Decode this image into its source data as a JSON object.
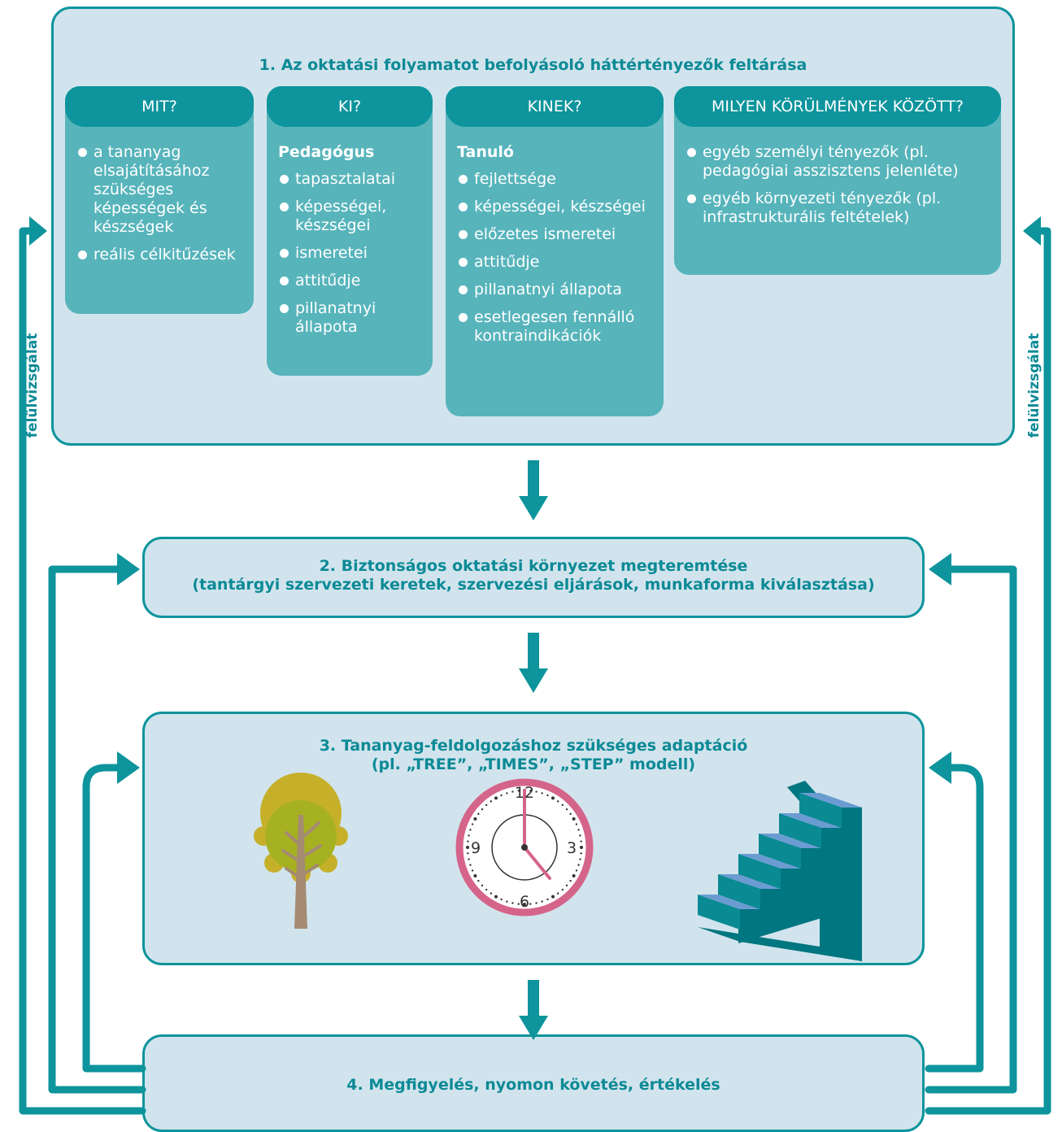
{
  "section1": {
    "title": "1. Az oktatási folyamatot befolyásoló háttértényezők feltárása",
    "cards": [
      {
        "header": "MIT?",
        "subtitle": "",
        "items": [
          "a tananyag elsajátításához szükséges képességek és készségek",
          "reális célkitűzések"
        ]
      },
      {
        "header": "KI?",
        "subtitle": "Pedagógus",
        "items": [
          "tapasztalatai",
          "képességei, készségei",
          "ismeretei",
          "attitűdje",
          "pillanatnyi állapota"
        ]
      },
      {
        "header": "KINEK?",
        "subtitle": "Tanuló",
        "items": [
          "fejlettsége",
          "képességei, készségei",
          "előzetes ismeretei",
          "attitűdje",
          "pillanatnyi állapota",
          "esetlegesen fennálló kontraindikációk"
        ]
      },
      {
        "header": "MILYEN KÖRÜLMÉNYEK KÖZÖTT?",
        "subtitle": "",
        "items": [
          "egyéb személyi tényezők (pl. pedagógiai asszisztens jelenléte)",
          "egyéb környezeti tényezők (pl. infrastrukturális feltételek)"
        ]
      }
    ]
  },
  "section2": {
    "title": "2. Biztonságos oktatási környezet megteremtése\n(tantárgyi szervezeti keretek, szervezési eljárások, munkaforma kiválasztása)"
  },
  "section3": {
    "title": "3. Tananyag-feldolgozáshoz szükséges adaptáció\n(pl. „TREE”, „TIMES”, „STEP” modell)",
    "clock_numbers": [
      "12",
      "3",
      "6",
      "9"
    ]
  },
  "section4": {
    "title": "4. Megfigyelés, nyomon követés, értékelés"
  },
  "side_labels": {
    "left": "felülvizsgálat",
    "right": "felülvizsgálat"
  },
  "colors": {
    "teal": "#0d949c",
    "box_fill": "#d1e4ed",
    "card_fill": "#57b4bb",
    "card_header": "#0d949c",
    "clock_ring": "#d5648a",
    "tree_crown": "#a6b121",
    "stairs_top": "#6a9cd2",
    "stairs_side": "#007680"
  }
}
